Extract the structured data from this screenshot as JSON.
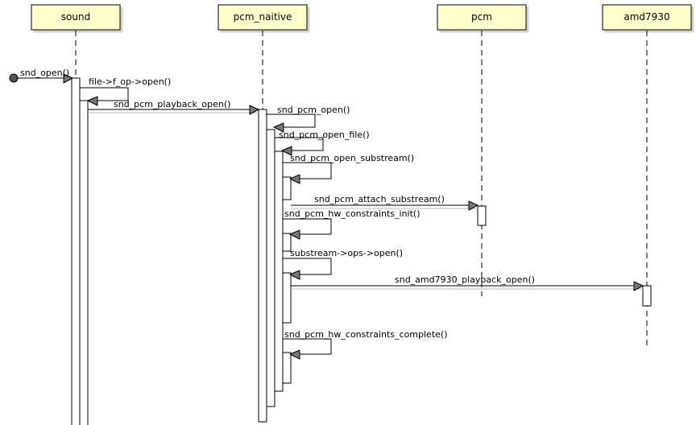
{
  "diagram": {
    "participants": [
      {
        "label": "sound"
      },
      {
        "label": "pcm_naitive"
      },
      {
        "label": "pcm"
      },
      {
        "label": "amd7930"
      }
    ],
    "messages": [
      {
        "label": "snd_open()"
      },
      {
        "label": "file->f_op->open()"
      },
      {
        "label": "snd_pcm_playback_open()"
      },
      {
        "label": "snd_pcm_open()"
      },
      {
        "label": "snd_pcm_open_file()"
      },
      {
        "label": "snd_pcm_open_substream()"
      },
      {
        "label": "snd_pcm_attach_substream()"
      },
      {
        "label": "snd_pcm_hw_constraints_init()"
      },
      {
        "label": "substream->ops->open()"
      },
      {
        "label": "snd_amd7930_playback_open()"
      },
      {
        "label": "snd_pcm_hw_constraints_complete()"
      }
    ],
    "colors": {
      "participant_fill": "#FFFFCC",
      "participant_border": "#000000",
      "arrow_fill": "#777777",
      "line": "#000000",
      "start_dot": "#555555"
    }
  }
}
